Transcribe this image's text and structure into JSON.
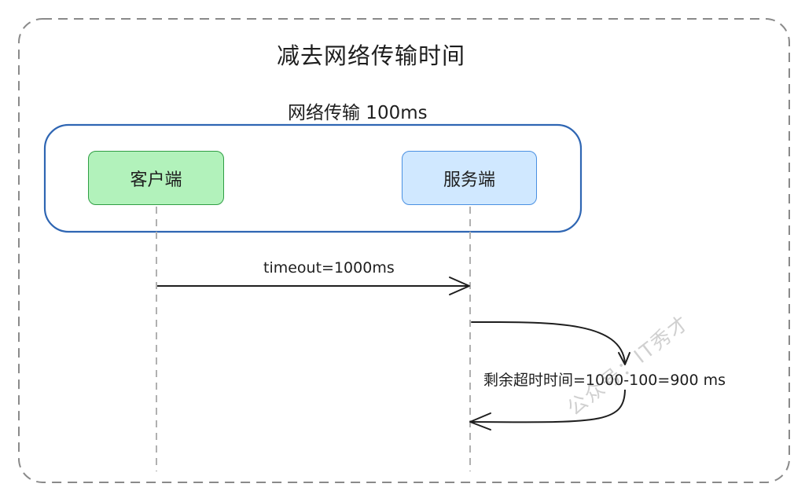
{
  "diagram": {
    "title": "减去网络传输时间",
    "network_label": "网络传输 100ms",
    "nodes": {
      "client": "客户端",
      "server": "服务端"
    },
    "request_label": "timeout=1000ms",
    "remaining_label": "剩余超时时间=1000-100=900 ms",
    "watermark": "公众号：IT秀才"
  },
  "colors": {
    "client_fill": "#b2f2bb",
    "client_stroke": "#2f9e44",
    "server_fill": "#d0e8ff",
    "server_stroke": "#4a90e2",
    "network_group_stroke": "#2f66b3",
    "frame_stroke": "#8a8a8a",
    "lifeline": "#b0b0b0",
    "arrow": "#1e1e1e"
  }
}
